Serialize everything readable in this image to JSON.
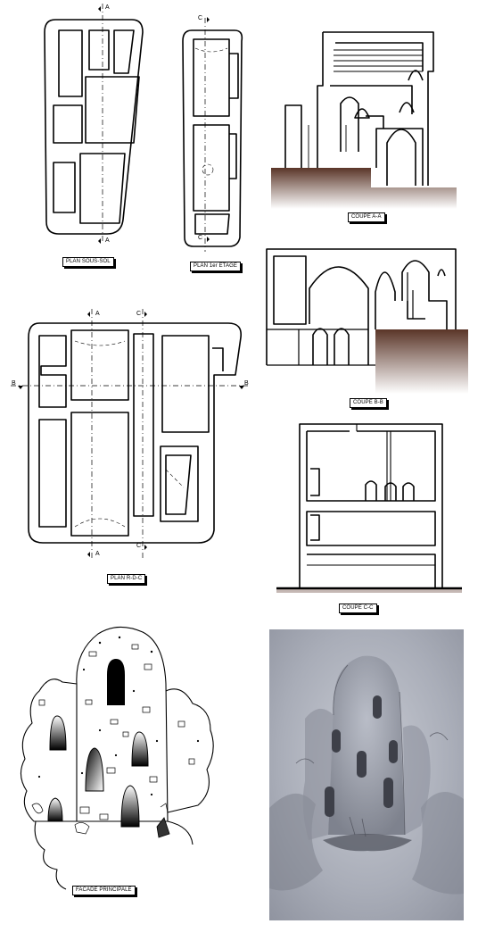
{
  "labels": {
    "plan_sous_sol": "PLAN SOUS-SOL",
    "plan_1er_etage": "PLAN 1er ETAGE",
    "coupe_aa": "COUPE A-A",
    "coupe_bb": "COUPE B-B",
    "coupe_cc": "COUPE C-C",
    "plan_rdc": "PLAN R-D-C",
    "facade": "FACADE PRINCIPALE"
  },
  "section_marks": {
    "a": "A",
    "b": "B",
    "c": "C"
  },
  "colors": {
    "line": "#000000",
    "ground_top": "#5a3528",
    "ground_bottom": "#ffffff",
    "watercolor_bg": "#a9adb8",
    "watercolor_dark": "#4c4e58"
  },
  "icons": {
    "section_marker": "triangle-arrow-icon"
  }
}
